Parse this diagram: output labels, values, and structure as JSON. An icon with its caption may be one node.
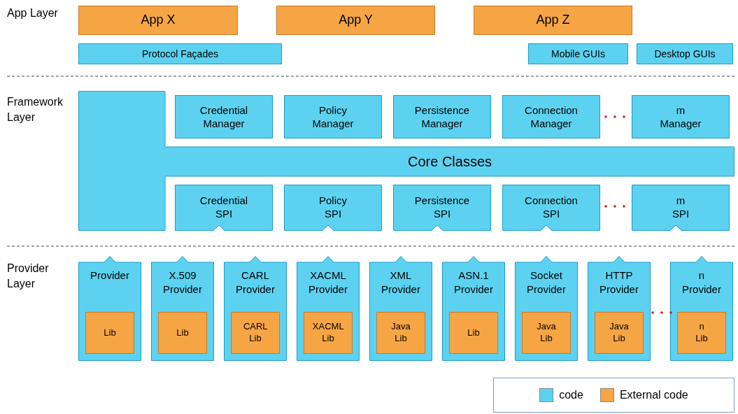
{
  "diagram": {
    "nodes": [
      {
        "text": [
          "App X"
        ]
      },
      {
        "text": [
          "App Y"
        ]
      },
      {
        "text": [
          "App Z"
        ]
      },
      {
        "text": [
          "Protocol Façades"
        ]
      },
      {
        "text": [
          "Mobile GUIs"
        ]
      },
      {
        "text": [
          "Desktop GUIs"
        ]
      },
      {
        "text": [
          "Credential Manager"
        ]
      },
      {
        "text": [
          "Policy Manager"
        ]
      },
      {
        "text": [
          "Persistence Manager"
        ]
      },
      {
        "text": [
          "Connection Manager"
        ]
      },
      {
        "text": [
          "m Manager"
        ]
      },
      {
        "text": [
          "Core Classes"
        ]
      },
      {
        "text": [
          "Credential SPI"
        ]
      },
      {
        "text": [
          "Policy SPI"
        ]
      },
      {
        "text": [
          "Persistence SPI"
        ]
      },
      {
        "text": [
          "Connection SPI"
        ]
      },
      {
        "text": [
          "m SPI"
        ]
      },
      {
        "text": [
          "Provider"
        ]
      },
      {
        "text": [
          "Lib"
        ],
        "in": 17
      },
      {
        "text": [
          "X.509 Provider"
        ]
      },
      {
        "text": [
          "Lib"
        ],
        "in": 19
      },
      {
        "text": [
          "CARL Provider"
        ]
      },
      {
        "text": [
          "CARL Lib"
        ],
        "in": 21
      },
      {
        "text": [
          "XACML Provider"
        ]
      },
      {
        "text": [
          "XACML Lib"
        ],
        "in": 23
      },
      {
        "text": [
          "XML Provider"
        ]
      },
      {
        "text": [
          "Java Lib"
        ],
        "in": 25
      },
      {
        "text": [
          "ASN.1 Provider"
        ]
      },
      {
        "text": [
          "Lib"
        ],
        "in": 27
      },
      {
        "text": [
          "Socket Provider"
        ]
      },
      {
        "text": [
          "Java Lib"
        ],
        "in": 29
      },
      {
        "text": [
          "HTTP Provider"
        ]
      },
      {
        "text": [
          "Java Lib"
        ],
        "in": 31
      },
      {
        "text": [
          "n Provider"
        ]
      },
      {
        "text": [
          "n Lib"
        ],
        "in": 33
      }
    ],
    "labels": [
      "App Layer",
      "Framework Layer",
      "Provider Layer"
    ],
    "legend": [
      {
        "text": "code",
        "color": "#5dd2f0"
      },
      {
        "text": "External code",
        "color": "#f6a545"
      }
    ]
  }
}
